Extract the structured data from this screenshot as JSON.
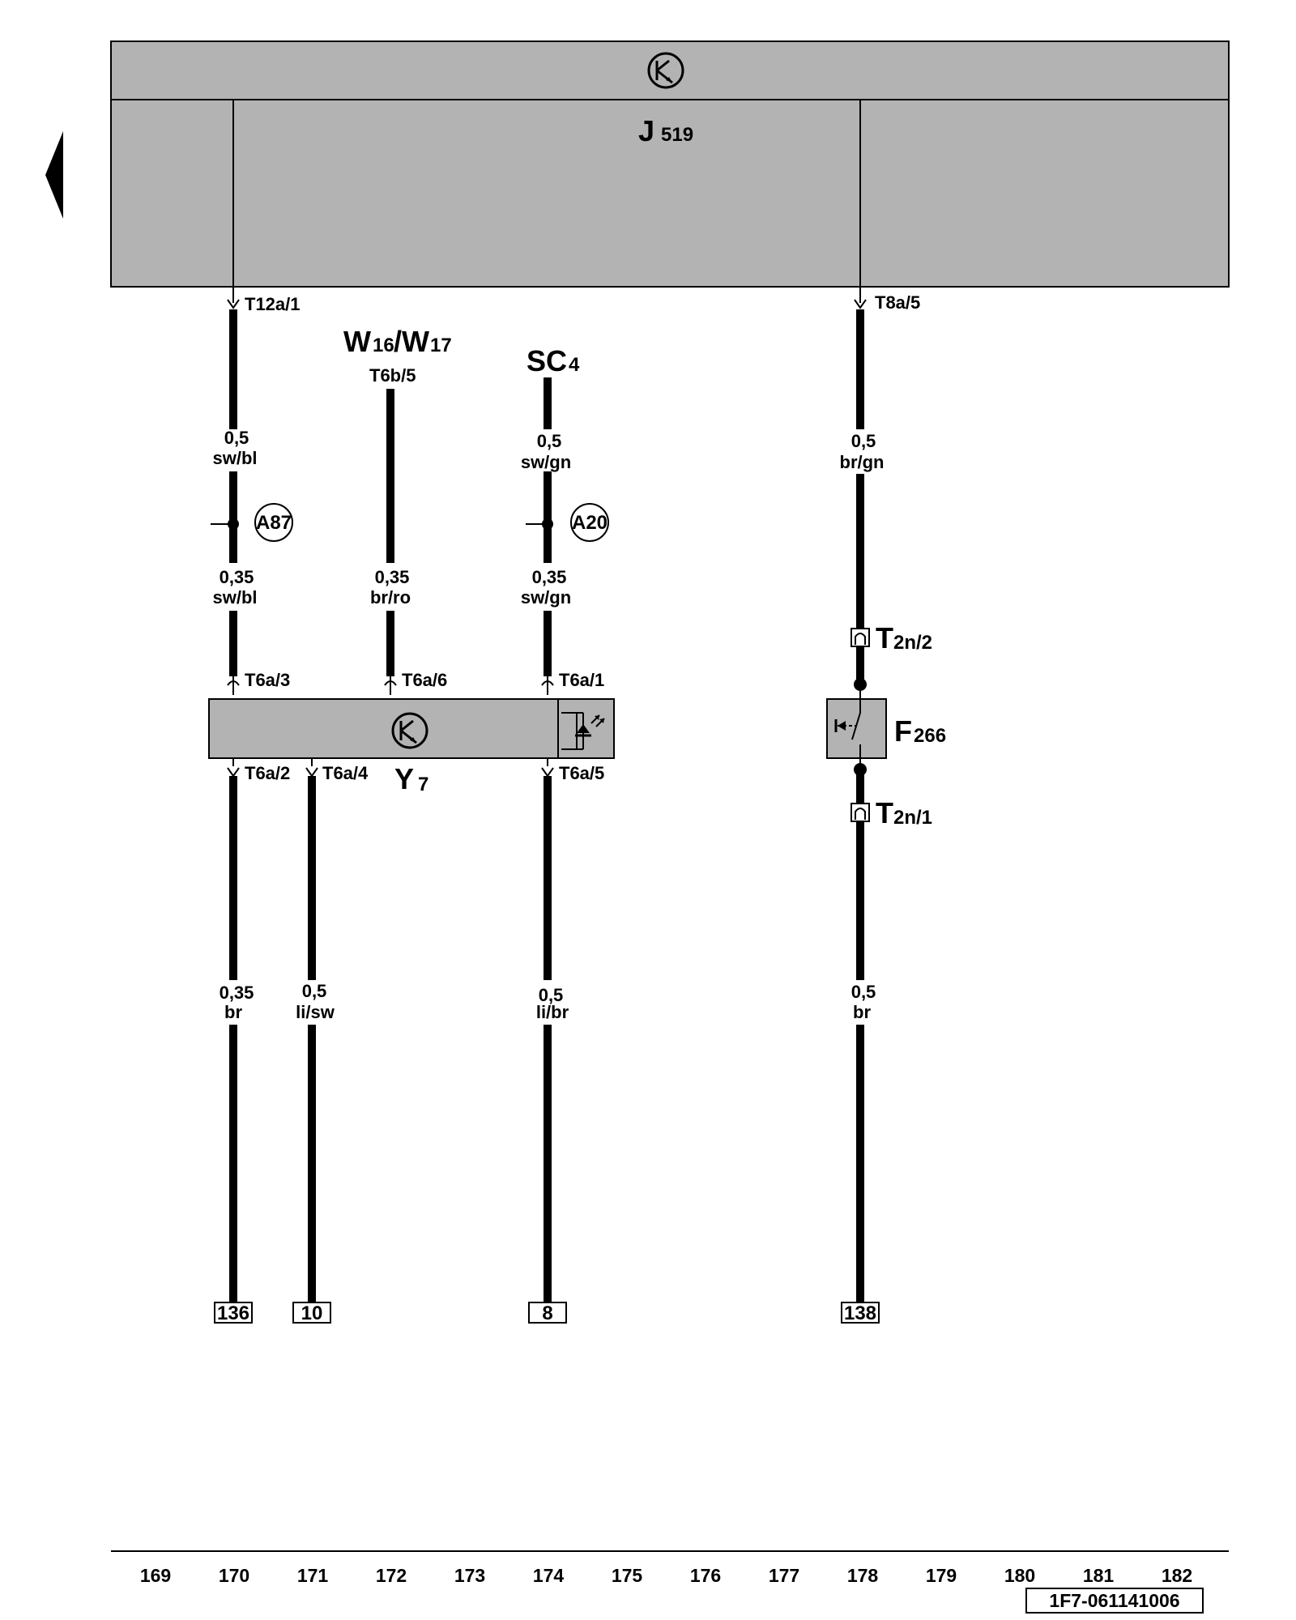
{
  "control_unit": {
    "code": "J",
    "sub": "519",
    "pins": {
      "left": "T12a/1",
      "right": "T8a/5"
    }
  },
  "remote": {
    "w_label_a": "W",
    "w_sub_a": "16",
    "w_sep": "/W",
    "w_sub_b": "17",
    "w_pin": "T6b/5",
    "sc_label": "SC",
    "sc_sub": "4"
  },
  "wires": {
    "w170_top_size": "0,5",
    "w170_top_color": "sw/bl",
    "w170_mid_size": "0,35",
    "w170_mid_color": "sw/bl",
    "w172_size": "0,35",
    "w172_color": "br/ro",
    "w174_top_size": "0,5",
    "w174_top_color": "sw/gn",
    "w174_mid_size": "0,35",
    "w174_mid_color": "sw/gn",
    "w178_top_size": "0,5",
    "w178_top_color": "br/gn",
    "w170_bot_size": "0,35",
    "w170_bot_color": "br",
    "w171_bot_size": "0,5",
    "w171_bot_color": "li/sw",
    "w174_bot_size": "0,5",
    "w174_bot_color": "li/br",
    "w178_bot_size": "0,5",
    "w178_bot_color": "br"
  },
  "junctions": {
    "left": "A87",
    "right": "A20"
  },
  "module": {
    "code": "Y",
    "sub": "7",
    "pins_top": [
      "T6a/3",
      "T6a/6",
      "T6a/1"
    ],
    "pins_bottom": [
      "T6a/2",
      "T6a/4",
      "T6a/5"
    ]
  },
  "switch": {
    "code": "F",
    "sub": "266",
    "connector_top": "T",
    "connector_top_sub": "2n/2",
    "connector_bottom": "T",
    "connector_bottom_sub": "2n/1"
  },
  "references": [
    "136",
    "10",
    "8",
    "138"
  ],
  "tracks": [
    "169",
    "170",
    "171",
    "172",
    "173",
    "174",
    "175",
    "176",
    "177",
    "178",
    "179",
    "180",
    "181",
    "182"
  ],
  "document_id": "1F7-061141006",
  "colors": {
    "housing": "#b3b3b3",
    "line": "#000000"
  }
}
